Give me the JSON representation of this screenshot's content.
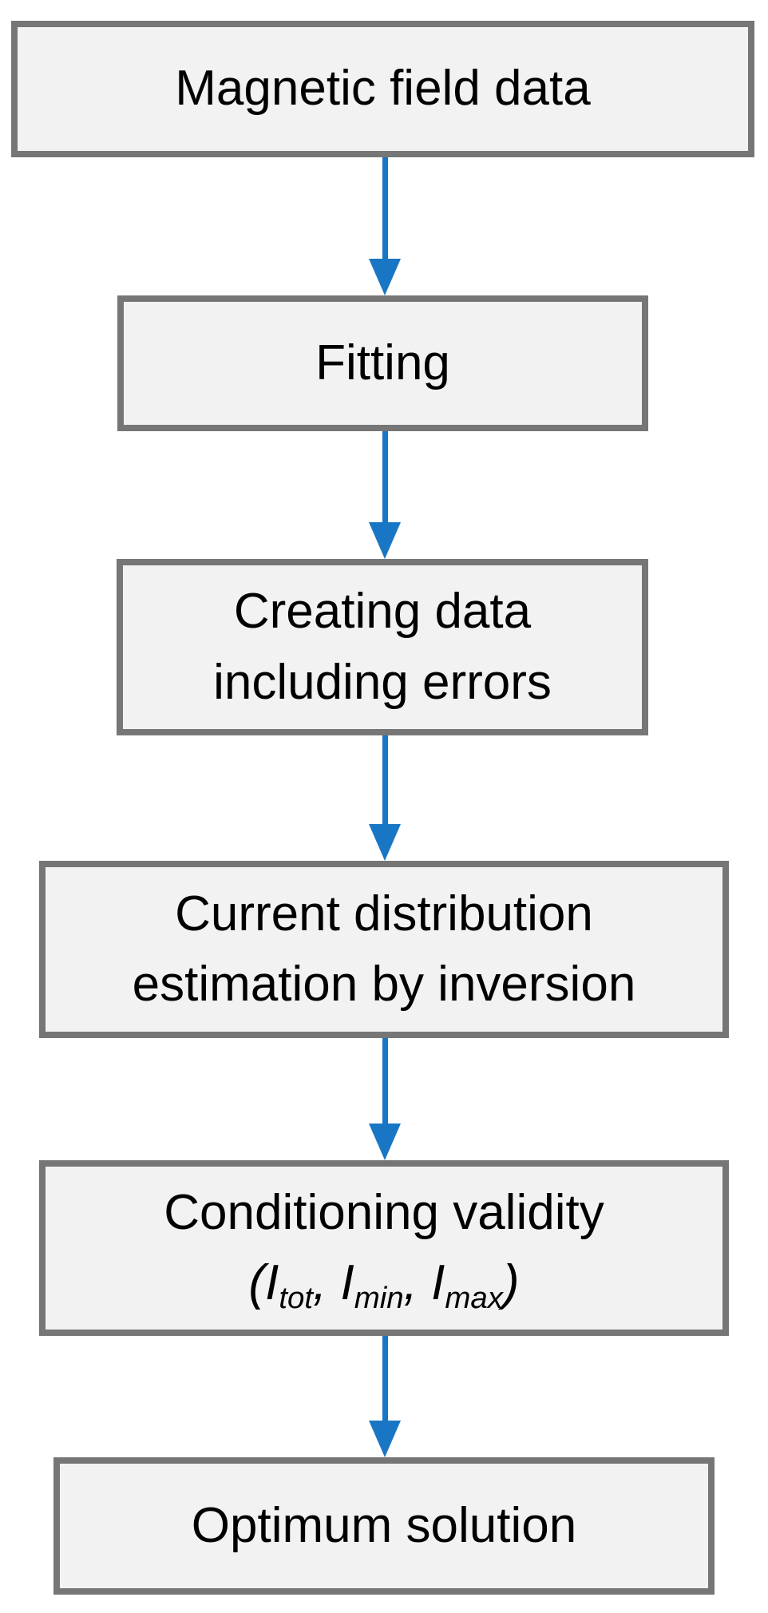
{
  "diagram": {
    "type": "flowchart",
    "direction": "top-to-bottom",
    "colors": {
      "box_fill": "#F2F2F2",
      "box_border": "#767676",
      "arrow": "#1976C4",
      "text": "#000000",
      "background": "#FFFFFF"
    },
    "nodes": [
      {
        "id": "magnetic-field-data",
        "lines": [
          "Magnetic field data"
        ]
      },
      {
        "id": "fitting",
        "lines": [
          "Fitting"
        ]
      },
      {
        "id": "creating-data-including-errors",
        "lines": [
          "Creating data",
          "including errors"
        ]
      },
      {
        "id": "current-distribution-estimation",
        "lines": [
          "Current distribution",
          "estimation by inversion"
        ]
      },
      {
        "id": "conditioning-validity",
        "lines": [
          "Conditioning validity"
        ],
        "formula": {
          "open": "(",
          "terms": [
            {
              "base": "I",
              "sub": "tot",
              "sep": ", "
            },
            {
              "base": "I",
              "sub": "min",
              "sep": ", "
            },
            {
              "base": "I",
              "sub": "max",
              "sep": ""
            }
          ],
          "close": ")"
        }
      },
      {
        "id": "optimum-solution",
        "lines": [
          "Optimum solution"
        ]
      }
    ],
    "edges": [
      {
        "from": "magnetic-field-data",
        "to": "fitting"
      },
      {
        "from": "fitting",
        "to": "creating-data-including-errors"
      },
      {
        "from": "creating-data-including-errors",
        "to": "current-distribution-estimation"
      },
      {
        "from": "current-distribution-estimation",
        "to": "conditioning-validity"
      },
      {
        "from": "conditioning-validity",
        "to": "optimum-solution"
      }
    ]
  }
}
